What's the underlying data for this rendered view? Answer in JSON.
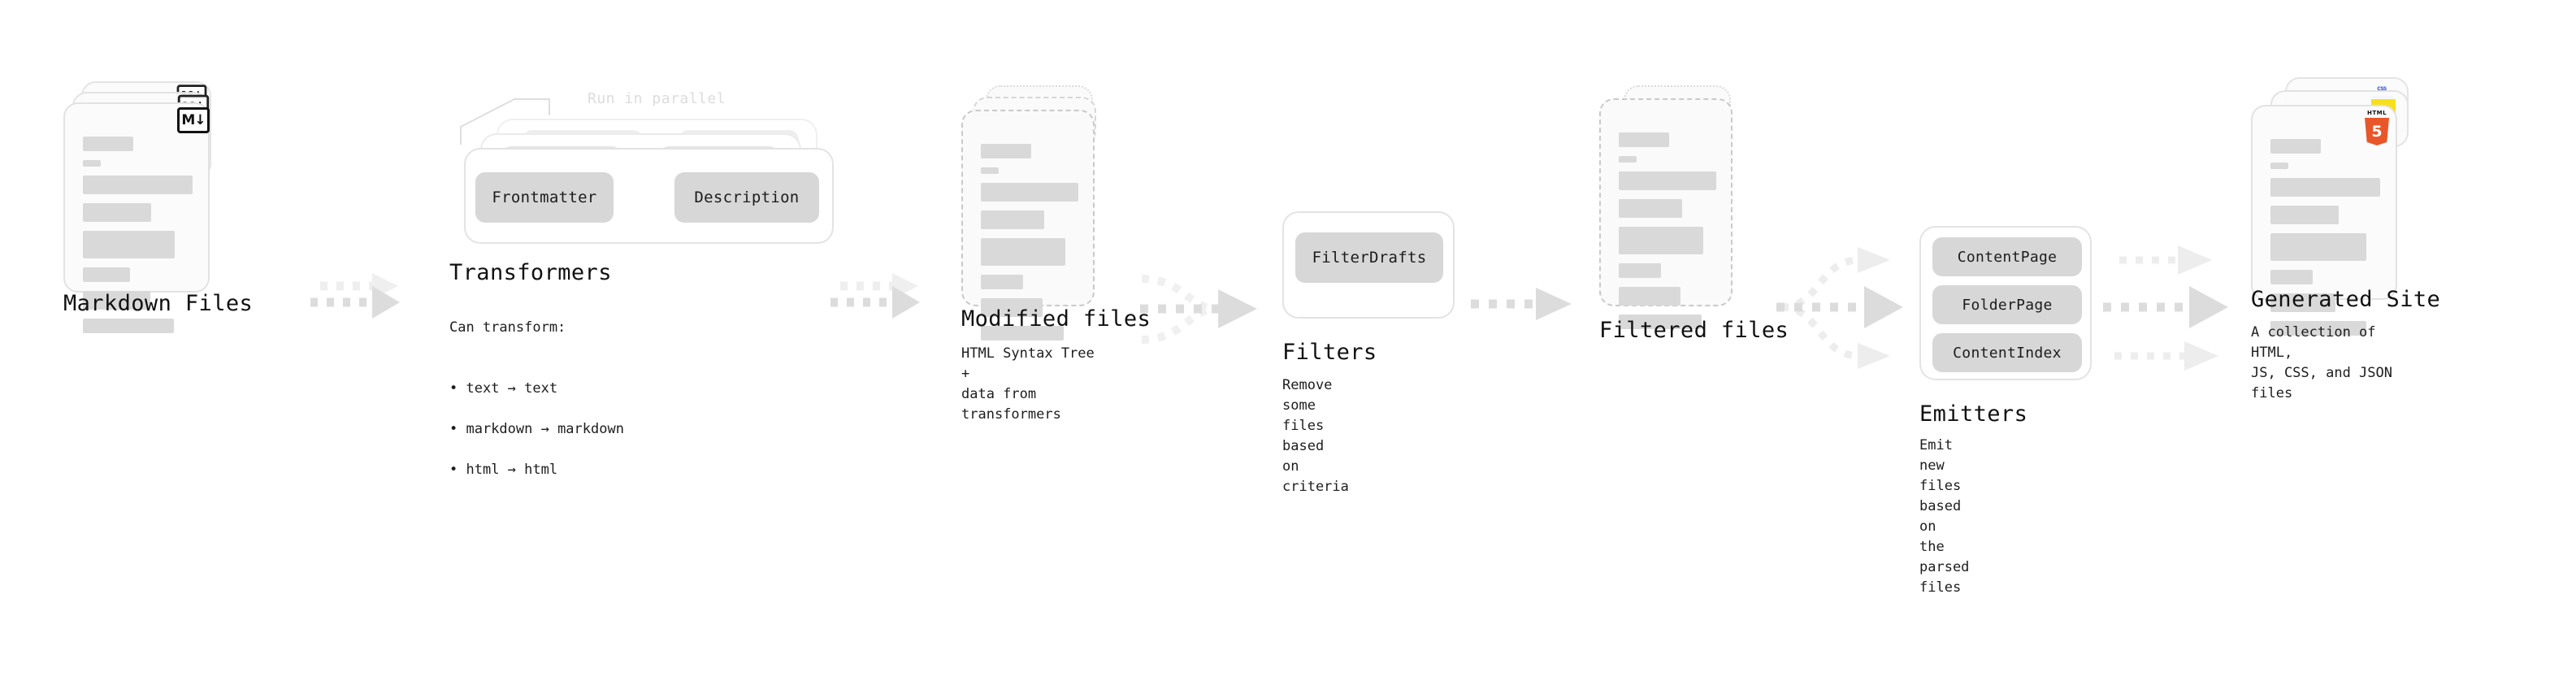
{
  "diagram": {
    "title": "Quartz build pipeline",
    "colors": {
      "card_bg": "#fbfbfb",
      "card_border": "#e2e2e2",
      "line_fill": "#d9d9d9",
      "pill_bg": "#d7d7d7",
      "arrow": "#d8d8d8",
      "arrow_ghost": "#efefef",
      "note_text": "#dcdcdc",
      "html5_orange": "#e8562a",
      "js_yellow": "#f7df1e",
      "css_blue": "#264de4",
      "text": "#111111"
    },
    "stages": [
      {
        "id": "markdown-files",
        "title": "Markdown Files",
        "subtitle": "",
        "kind": "file-stack",
        "stack_count": 3,
        "badge": "markdown-icon",
        "badge_label": "M↓"
      },
      {
        "id": "transformers",
        "title": "Transformers",
        "kind": "group-stack",
        "stack_count": 3,
        "annotation": "Run in parallel",
        "pills": [
          "Frontmatter",
          "Description"
        ],
        "subtitle_heading": "Can transform:",
        "subtitle_items": [
          "text → text",
          "markdown → markdown",
          "html → html"
        ]
      },
      {
        "id": "modified-files",
        "title": "Modified files",
        "kind": "file-stack-dashed",
        "stack_count": 2,
        "subtitle": "HTML Syntax Tree +\ndata from transformers"
      },
      {
        "id": "filters",
        "title": "Filters",
        "kind": "group",
        "pills": [
          "FilterDrafts"
        ],
        "subtitle": "Remove some files based\non criteria"
      },
      {
        "id": "filtered-files",
        "title": "Filtered files",
        "kind": "file-stack-dashed",
        "stack_count": 2,
        "subtitle": ""
      },
      {
        "id": "emitters",
        "title": "Emitters",
        "kind": "group",
        "pills": [
          "ContentPage",
          "FolderPage",
          "ContentIndex"
        ],
        "subtitle": "Emit new files based on\nthe parsed files"
      },
      {
        "id": "generated-site",
        "title": "Generated Site",
        "kind": "file-stack",
        "stack_count": 3,
        "badges": [
          "html5-icon",
          "js-icon",
          "css3-icon"
        ],
        "badge_labels": {
          "html5": "HTML",
          "html5_digit": "5",
          "css": "CSS"
        },
        "subtitle": "A collection of HTML,\nJS, CSS, and JSON files"
      }
    ],
    "connectors": [
      {
        "id": "md-to-transformers",
        "style": "dotted-arrow-double"
      },
      {
        "id": "transformers-to-modified",
        "style": "dotted-arrow-double"
      },
      {
        "id": "modified-to-filters",
        "style": "dotted-arrow-merge"
      },
      {
        "id": "filters-to-filtered",
        "style": "dotted-arrow-single"
      },
      {
        "id": "filtered-to-emitters",
        "style": "dotted-arrow-fanout"
      },
      {
        "id": "emitters-to-site",
        "style": "dotted-arrow-triple"
      }
    ]
  }
}
